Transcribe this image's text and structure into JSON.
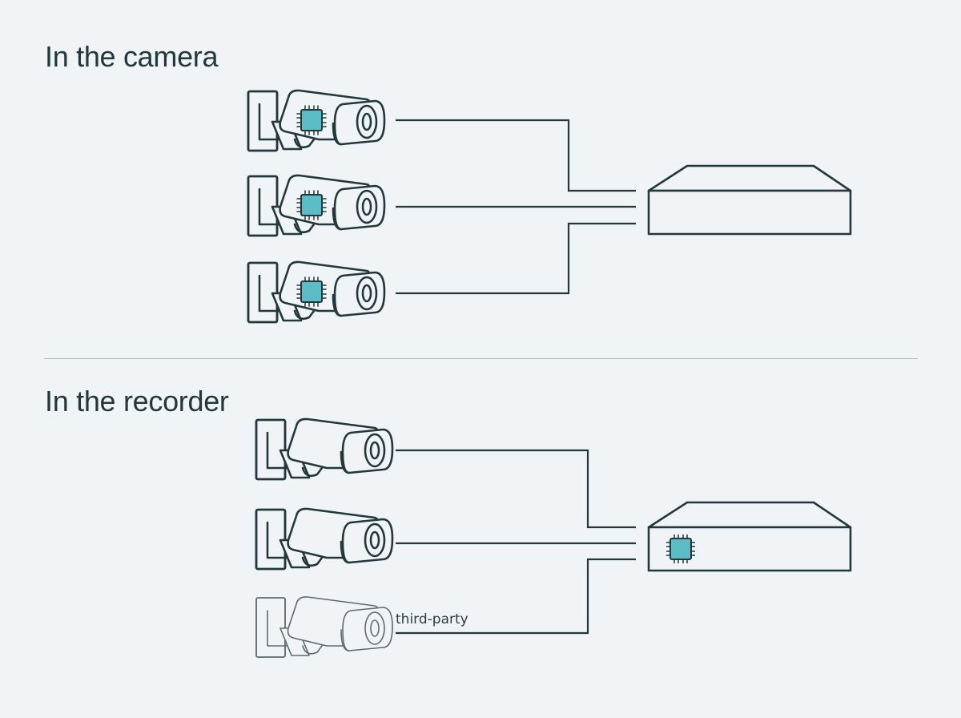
{
  "sections": {
    "top_title": "In the camera",
    "bottom_title": "In the recorder"
  },
  "bottom_cameras": {
    "third_party_label": "third-party"
  },
  "colors": {
    "background": "#f1f4f6",
    "line": "#22383c",
    "chip": "#5bbcc6",
    "faded": "#5c6b6f",
    "divider": "#b6bec2"
  },
  "icons": [
    "security-camera-icon",
    "chip-icon",
    "recorder-box-icon"
  ]
}
